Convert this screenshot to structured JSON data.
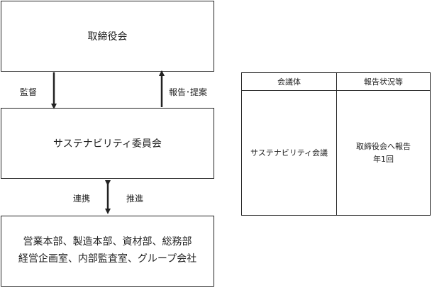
{
  "org": {
    "board": "取締役会",
    "committee": "サステナビリティ委員会",
    "departments_line1": "営業本部、製造本部、資材部、総務部",
    "departments_line2": "経営企画室、内部監査室、グループ会社"
  },
  "arrows": {
    "supervise": "監督",
    "report_propose": "報告･提案",
    "collaborate": "連携",
    "promote": "推進"
  },
  "table": {
    "headers": [
      "会議体",
      "報告状況等"
    ],
    "row": {
      "body": "サステナビリティ会議",
      "status_line1": "取締役会へ報告",
      "status_line2": "年1回"
    }
  }
}
